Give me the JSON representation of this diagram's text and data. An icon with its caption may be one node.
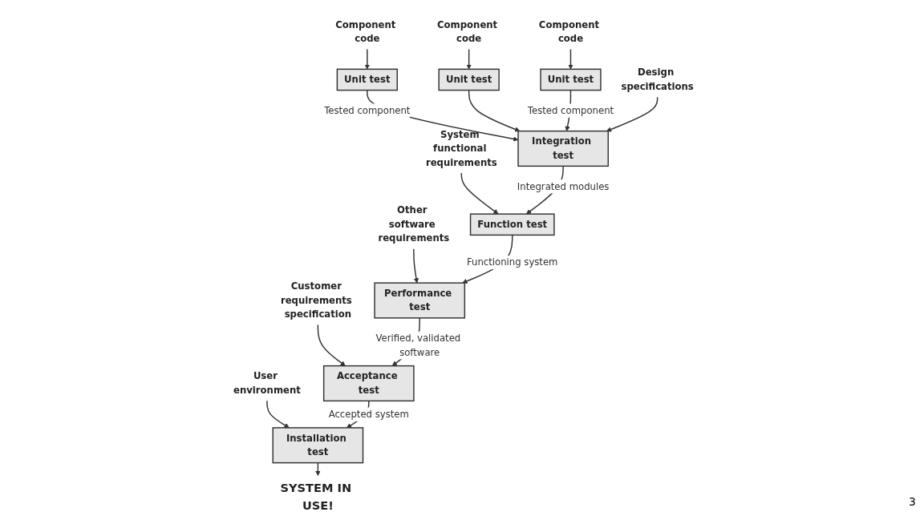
{
  "diagram": {
    "nodes": [
      {
        "text": [
          "Component code"
        ]
      },
      {
        "text": [
          "Unit test"
        ]
      },
      {
        "text": [
          "Component code"
        ]
      },
      {
        "text": [
          "Unit test"
        ]
      },
      {
        "text": [
          "Component code"
        ]
      },
      {
        "text": [
          "Unit test"
        ]
      },
      {
        "text": [
          "Design specifications"
        ]
      },
      {
        "text": [
          "System functional requirements"
        ]
      },
      {
        "text": [
          "Other software requirements"
        ]
      },
      {
        "text": [
          "Customer requirements specification"
        ]
      },
      {
        "text": [
          "User environment"
        ]
      },
      {
        "text": [
          "Integration test"
        ]
      },
      {
        "text": [
          "Function test"
        ]
      },
      {
        "text": [
          "Performance test"
        ]
      },
      {
        "text": [
          "Acceptance test"
        ]
      },
      {
        "text": [
          "Installation test"
        ]
      },
      {
        "text": [
          "SYSTEM IN USE!"
        ]
      }
    ],
    "edges": [
      {
        "from": 0,
        "to": 1,
        "arrow": "to"
      },
      {
        "from": 2,
        "to": 3,
        "arrow": "to"
      },
      {
        "from": 4,
        "to": 5,
        "arrow": "to"
      },
      {
        "from": 1,
        "to": 11,
        "arrow": "to",
        "label": "Tested component"
      },
      {
        "from": 3,
        "to": 11,
        "arrow": "to"
      },
      {
        "from": 5,
        "to": 11,
        "arrow": "to",
        "label": "Tested component"
      },
      {
        "from": 6,
        "to": 11,
        "arrow": "to"
      },
      {
        "from": 7,
        "to": 12,
        "arrow": "to"
      },
      {
        "from": 8,
        "to": 13,
        "arrow": "to"
      },
      {
        "from": 9,
        "to": 14,
        "arrow": "to"
      },
      {
        "from": 10,
        "to": 15,
        "arrow": "to"
      },
      {
        "from": 11,
        "to": 12,
        "arrow": "to",
        "label": "Integrated modules"
      },
      {
        "from": 12,
        "to": 13,
        "arrow": "to",
        "label": "Functioning system"
      },
      {
        "from": 13,
        "to": 14,
        "arrow": "to",
        "label": "Verified, validated software"
      },
      {
        "from": 14,
        "to": 15,
        "arrow": "to",
        "label": "Accepted system"
      },
      {
        "from": 15,
        "to": 16,
        "arrow": "to"
      }
    ],
    "labels": [
      "3"
    ]
  }
}
